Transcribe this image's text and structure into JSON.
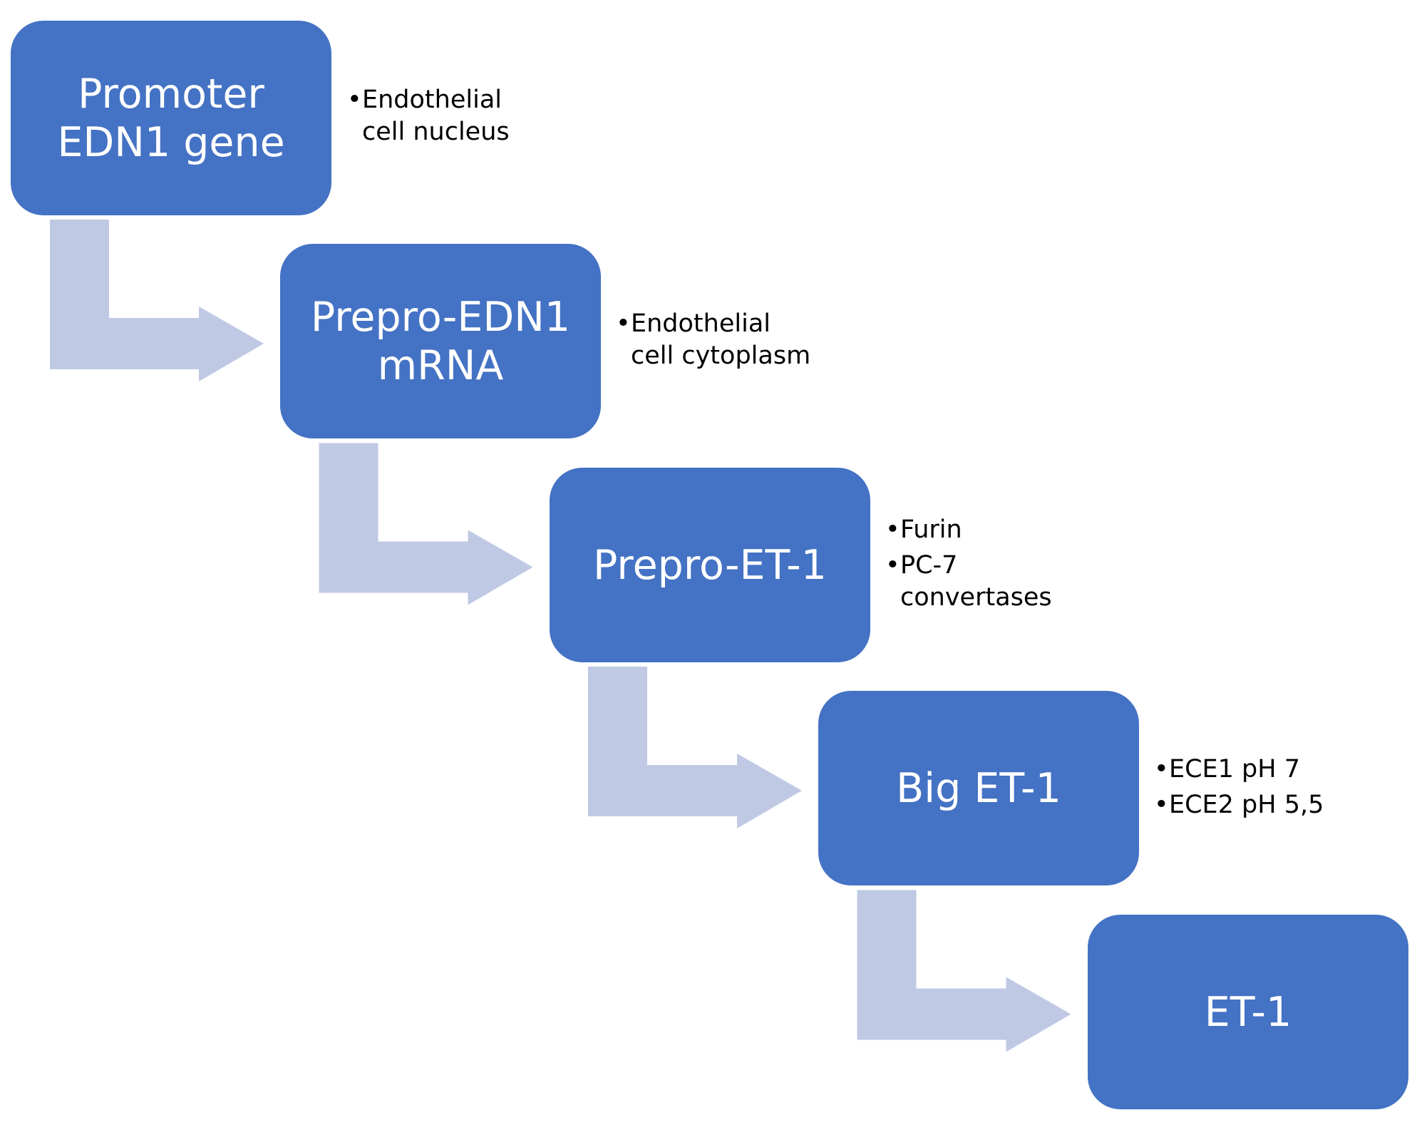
{
  "colors": {
    "box_fill": "#4472c4",
    "box_text": "#ffffff",
    "arrow_fill": "#bfc9e4",
    "note_text": "#000000"
  },
  "steps": [
    {
      "lines": [
        "Promoter",
        "EDN1 gene"
      ],
      "notes": [
        {
          "lines": [
            "Endothelial",
            "cell nucleus"
          ]
        }
      ]
    },
    {
      "lines": [
        "Prepro-EDN1",
        "mRNA"
      ],
      "notes": [
        {
          "lines": [
            "Endothelial",
            "cell cytoplasm"
          ]
        }
      ]
    },
    {
      "lines": [
        "Prepro-ET-1"
      ],
      "notes": [
        {
          "lines": [
            "Furin"
          ]
        },
        {
          "lines": [
            "PC-7",
            "convertases"
          ]
        }
      ]
    },
    {
      "lines": [
        "Big ET-1"
      ],
      "notes": [
        {
          "lines": [
            "ECE1 pH 7"
          ]
        },
        {
          "lines": [
            "ECE2 pH 5,5"
          ]
        }
      ]
    },
    {
      "lines": [
        "ET-1"
      ],
      "notes": []
    }
  ],
  "connections": [
    {
      "from": 0,
      "to": 1
    },
    {
      "from": 1,
      "to": 2
    },
    {
      "from": 2,
      "to": 3
    },
    {
      "from": 3,
      "to": 4
    }
  ]
}
